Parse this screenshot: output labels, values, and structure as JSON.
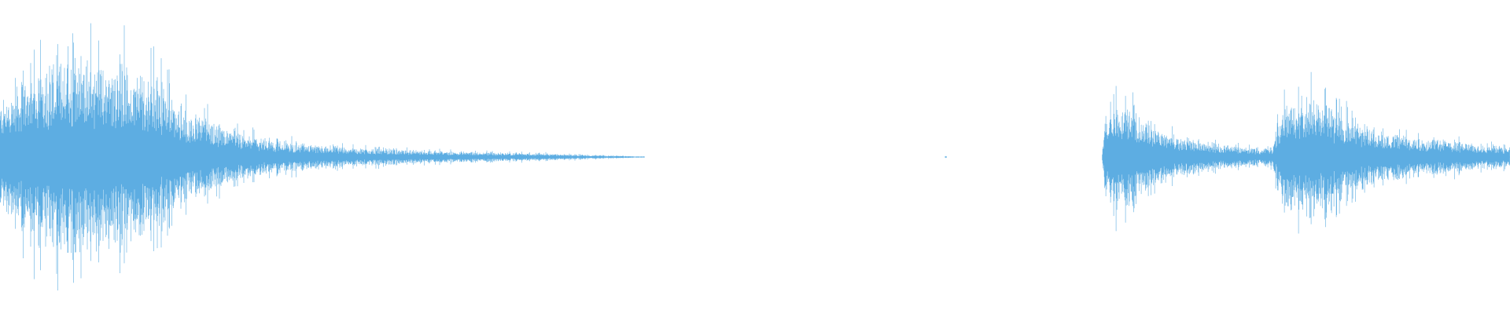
{
  "waveform": {
    "color": "#5DADE2",
    "background": "#FFFFFF",
    "segments": [
      {
        "name": "segment-1",
        "start": 0.0,
        "end": 0.427,
        "envelope": [
          [
            0.0,
            0.55
          ],
          [
            0.01,
            0.7
          ],
          [
            0.02,
            0.85
          ],
          [
            0.03,
            0.95
          ],
          [
            0.045,
            1.0
          ],
          [
            0.06,
            0.95
          ],
          [
            0.075,
            0.95
          ],
          [
            0.09,
            0.88
          ],
          [
            0.1,
            0.8
          ],
          [
            0.11,
            0.65
          ],
          [
            0.125,
            0.45
          ],
          [
            0.14,
            0.35
          ],
          [
            0.16,
            0.22
          ],
          [
            0.185,
            0.16
          ],
          [
            0.21,
            0.12
          ],
          [
            0.24,
            0.09
          ],
          [
            0.27,
            0.07
          ],
          [
            0.3,
            0.06
          ],
          [
            0.33,
            0.045
          ],
          [
            0.36,
            0.035
          ],
          [
            0.39,
            0.02
          ],
          [
            0.41,
            0.012
          ],
          [
            0.427,
            0.005
          ]
        ]
      },
      {
        "name": "segment-blip",
        "start": 0.626,
        "end": 0.627,
        "envelope": [
          [
            0.626,
            0.01
          ],
          [
            0.627,
            0.01
          ]
        ]
      },
      {
        "name": "segment-2",
        "start": 0.73,
        "end": 1.0,
        "envelope": [
          [
            0.73,
            0.05
          ],
          [
            0.734,
            0.55
          ],
          [
            0.74,
            0.55
          ],
          [
            0.748,
            0.5
          ],
          [
            0.755,
            0.4
          ],
          [
            0.765,
            0.3
          ],
          [
            0.78,
            0.2
          ],
          [
            0.795,
            0.16
          ],
          [
            0.81,
            0.12
          ],
          [
            0.825,
            0.09
          ],
          [
            0.835,
            0.08
          ],
          [
            0.843,
            0.1
          ],
          [
            0.848,
            0.45
          ],
          [
            0.855,
            0.6
          ],
          [
            0.865,
            0.62
          ],
          [
            0.875,
            0.55
          ],
          [
            0.89,
            0.4
          ],
          [
            0.905,
            0.3
          ],
          [
            0.92,
            0.25
          ],
          [
            0.94,
            0.2
          ],
          [
            0.96,
            0.16
          ],
          [
            0.98,
            0.13
          ],
          [
            1.0,
            0.1
          ]
        ]
      }
    ]
  }
}
